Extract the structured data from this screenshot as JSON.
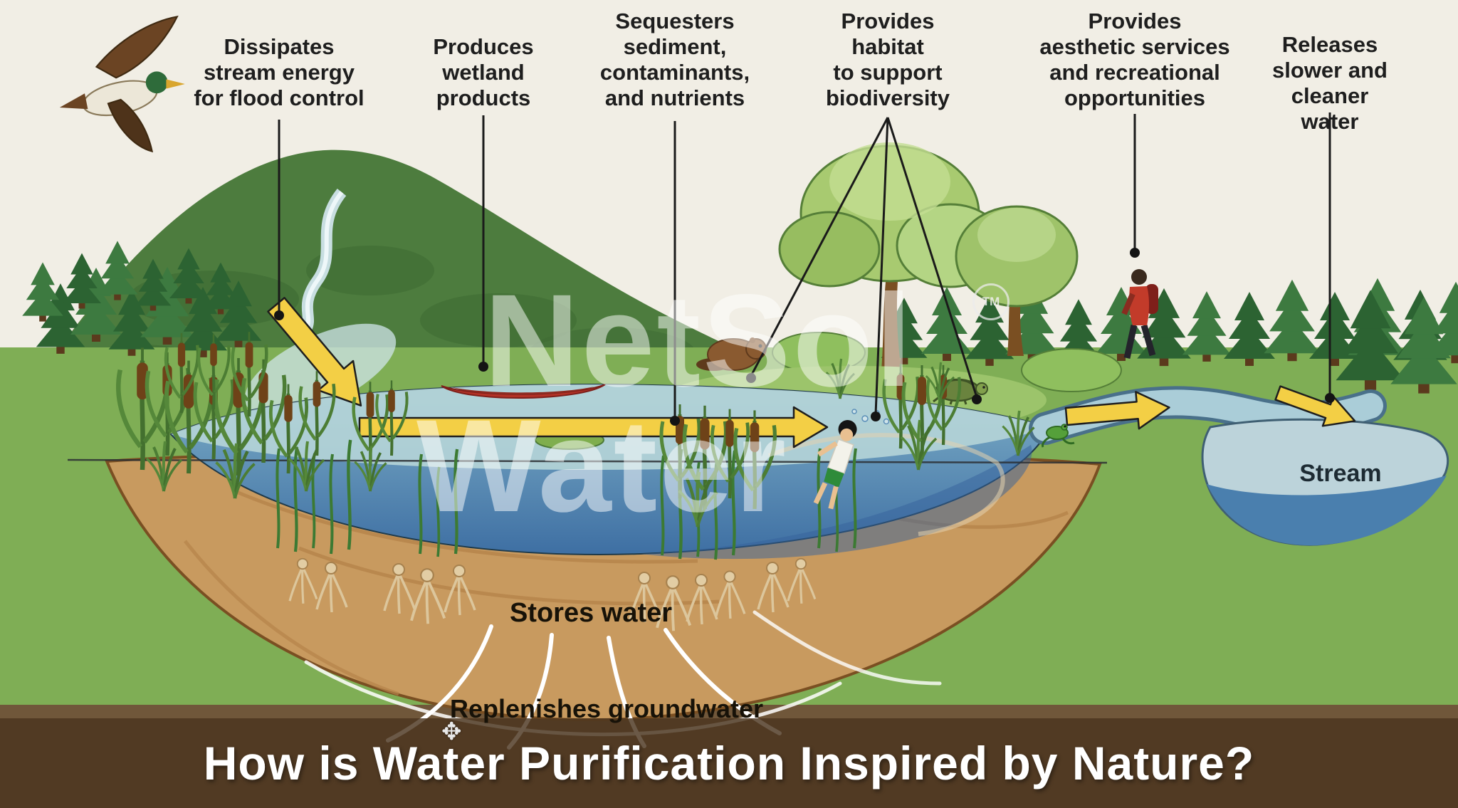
{
  "banner": {
    "title": "How is Water Purification Inspired by Nature?"
  },
  "callouts": [
    {
      "id": "flood-control",
      "text": "Dissipates\nstream energy\nfor flood control"
    },
    {
      "id": "wetland-products",
      "text": "Produces\nwetland\nproducts"
    },
    {
      "id": "sequesters",
      "text": "Sequesters\nsediment,\ncontaminants,\nand nutrients"
    },
    {
      "id": "habitat",
      "text": "Provides\nhabitat\nto support\nbiodiversity"
    },
    {
      "id": "aesthetic",
      "text": "Provides\naesthetic services\nand recreational\nopportunities"
    },
    {
      "id": "releases",
      "text": "Releases\nslower and\ncleaner water"
    }
  ],
  "scene_labels": {
    "stores_water": "Stores water",
    "replenishes_groundwater": "Replenishes groundwater",
    "stream": "Stream"
  },
  "watermark": {
    "line1": "NetSol",
    "line2": "Water",
    "tm": "TM"
  },
  "icons": {
    "mouse_cursor": "✥"
  },
  "colors": {
    "arrow": "#f3cf45",
    "water_deep": "#3e6fa3",
    "water_surface": "#b7d6d8",
    "soil": "#c89a5f",
    "banner_bg": "rgba(74,53,30,0.82)"
  }
}
